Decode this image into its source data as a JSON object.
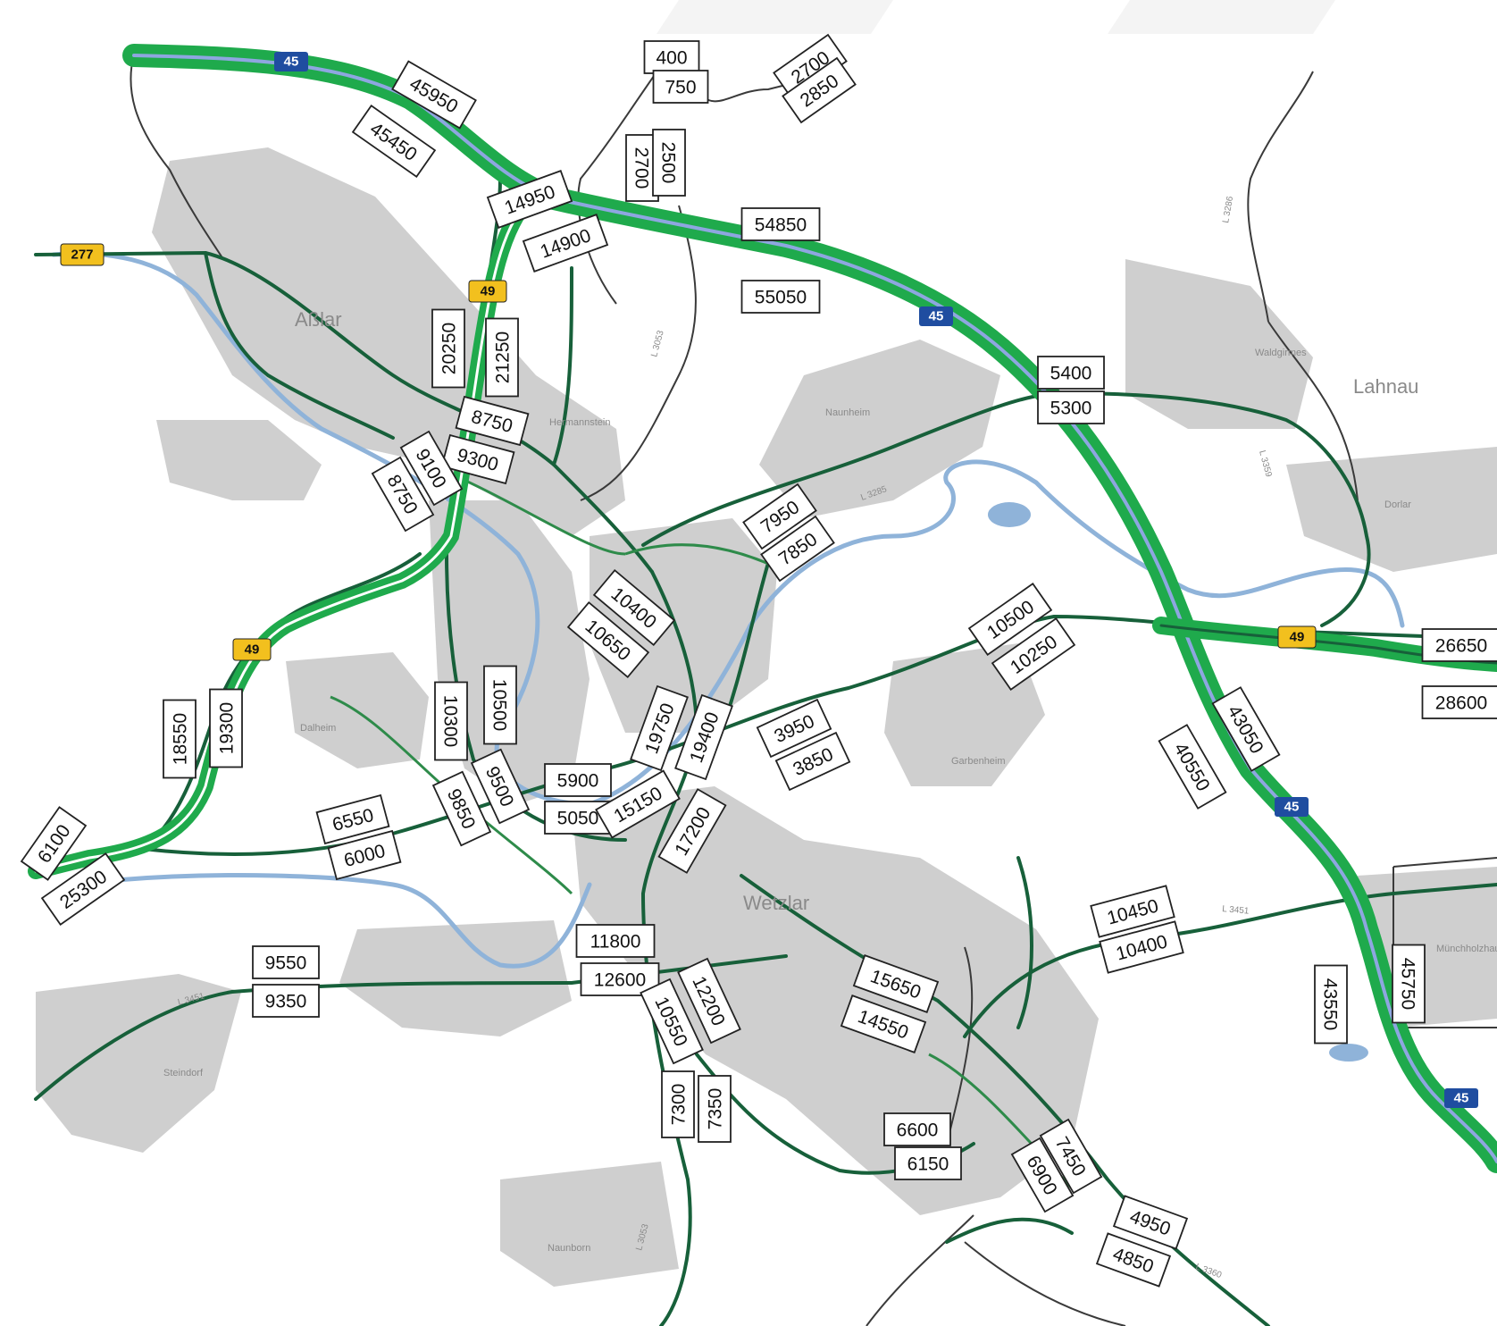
{
  "colors": {
    "motorway_band": "#1faa4c",
    "motorway_center": "#8ea6e0",
    "road_dark": "#17603a",
    "road_green": "#2e8b4a",
    "road_thin": "#3a3a3a",
    "river": "#8fb3d9",
    "builtup": "#cfcfcf",
    "shield_federal": "#f2c01e",
    "shield_autobahn": "#1f4da0"
  },
  "places": [
    {
      "id": "asslar",
      "name": "Aßlar",
      "size": "big"
    },
    {
      "id": "lahnau",
      "name": "Lahnau",
      "size": "big"
    },
    {
      "id": "wetzlar",
      "name": "Wetzlar",
      "size": "big"
    },
    {
      "id": "hermannstein",
      "name": "Hermannstein",
      "size": "small"
    },
    {
      "id": "naunheim",
      "name": "Naunheim",
      "size": "small"
    },
    {
      "id": "waldgirmes",
      "name": "Waldgirmes",
      "size": "small"
    },
    {
      "id": "dorlar",
      "name": "Dorlar",
      "size": "small"
    },
    {
      "id": "dalheim",
      "name": "Dalheim",
      "size": "small"
    },
    {
      "id": "garbenheim",
      "name": "Garbenheim",
      "size": "small"
    },
    {
      "id": "steindorf",
      "name": "Steindorf",
      "size": "small"
    },
    {
      "id": "naunborn",
      "name": "Naunborn",
      "size": "small"
    },
    {
      "id": "muenchholzhausen",
      "name": "Münchholzhausen",
      "size": "small"
    }
  ],
  "road_labels": [
    "L 3053",
    "L 3285",
    "L 3286",
    "L 3451",
    "L 3451",
    "L 3359",
    "L 3360",
    "L 3053"
  ],
  "shields": [
    {
      "id": "a45-1",
      "type": "autobahn",
      "label": "45"
    },
    {
      "id": "a45-2",
      "type": "autobahn",
      "label": "45"
    },
    {
      "id": "a45-3",
      "type": "autobahn",
      "label": "45"
    },
    {
      "id": "a45-4",
      "type": "autobahn",
      "label": "45"
    },
    {
      "id": "b49-1",
      "type": "federal",
      "label": "49"
    },
    {
      "id": "b49-2",
      "type": "federal",
      "label": "49"
    },
    {
      "id": "b49-3",
      "type": "federal",
      "label": "49"
    },
    {
      "id": "b277",
      "type": "federal",
      "label": "277"
    }
  ],
  "counts": [
    "45950",
    "45450",
    "14950",
    "14900",
    "400",
    "750",
    "2700",
    "2850",
    "2700",
    "2500",
    "54850",
    "55050",
    "20250",
    "21250",
    "8750",
    "9300",
    "9100",
    "8750",
    "5400",
    "5300",
    "7950",
    "7850",
    "10400",
    "10650",
    "10500",
    "10250",
    "26650",
    "28600",
    "43050",
    "40550",
    "18550",
    "19300",
    "10300",
    "10500",
    "19750",
    "19400",
    "3950",
    "3850",
    "5900",
    "5050",
    "15150",
    "9850",
    "9500",
    "6550",
    "6000",
    "6100",
    "25300",
    "17200",
    "11800",
    "12600",
    "10550",
    "12200",
    "9550",
    "9350",
    "15650",
    "14550",
    "10450",
    "10400",
    "43550",
    "45750",
    "7300",
    "7350",
    "6600",
    "6150",
    "7450",
    "6900",
    "4950",
    "4850"
  ]
}
